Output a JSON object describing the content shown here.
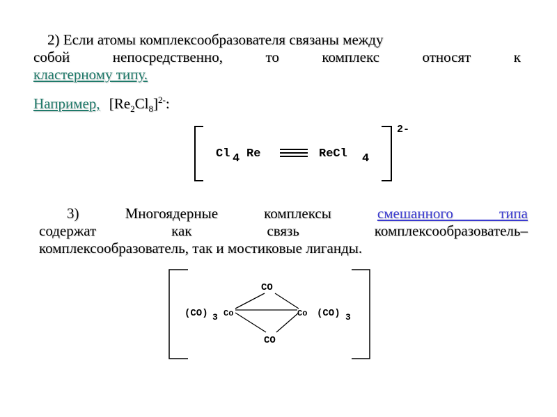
{
  "p1": {
    "line1": "2) Если атомы комплексообразователя связаны между",
    "line2": "собой непосредственно, то комплекс относят к",
    "link": "кластерному типу."
  },
  "example": {
    "link": "Например,",
    "formula_prefix": "[Re",
    "sub1": "2",
    "mid": "Cl",
    "sub2": "8",
    "bracket": "]",
    "charge": "2-",
    "colon": ":"
  },
  "structure1": {
    "left_group": "Cl",
    "left_sub": "4",
    "left_atom": "Re",
    "right_group": "ReCl",
    "right_sub": "4",
    "charge": "2-"
  },
  "p2": {
    "line1_pre": "3) Многоядерные комплексы",
    "line1_link": "смешанного типа",
    "line2": "содержат как связь комплексообразователь–",
    "line3": "комплексообразователь, так и мостиковые лиганды."
  },
  "structure2": {
    "top": "CO",
    "bottom": "CO",
    "left_group": "(CO)",
    "left_sub": "3",
    "left_atom": "Co",
    "right_atom": "Co",
    "right_group": "(CO)",
    "right_sub": "3"
  }
}
